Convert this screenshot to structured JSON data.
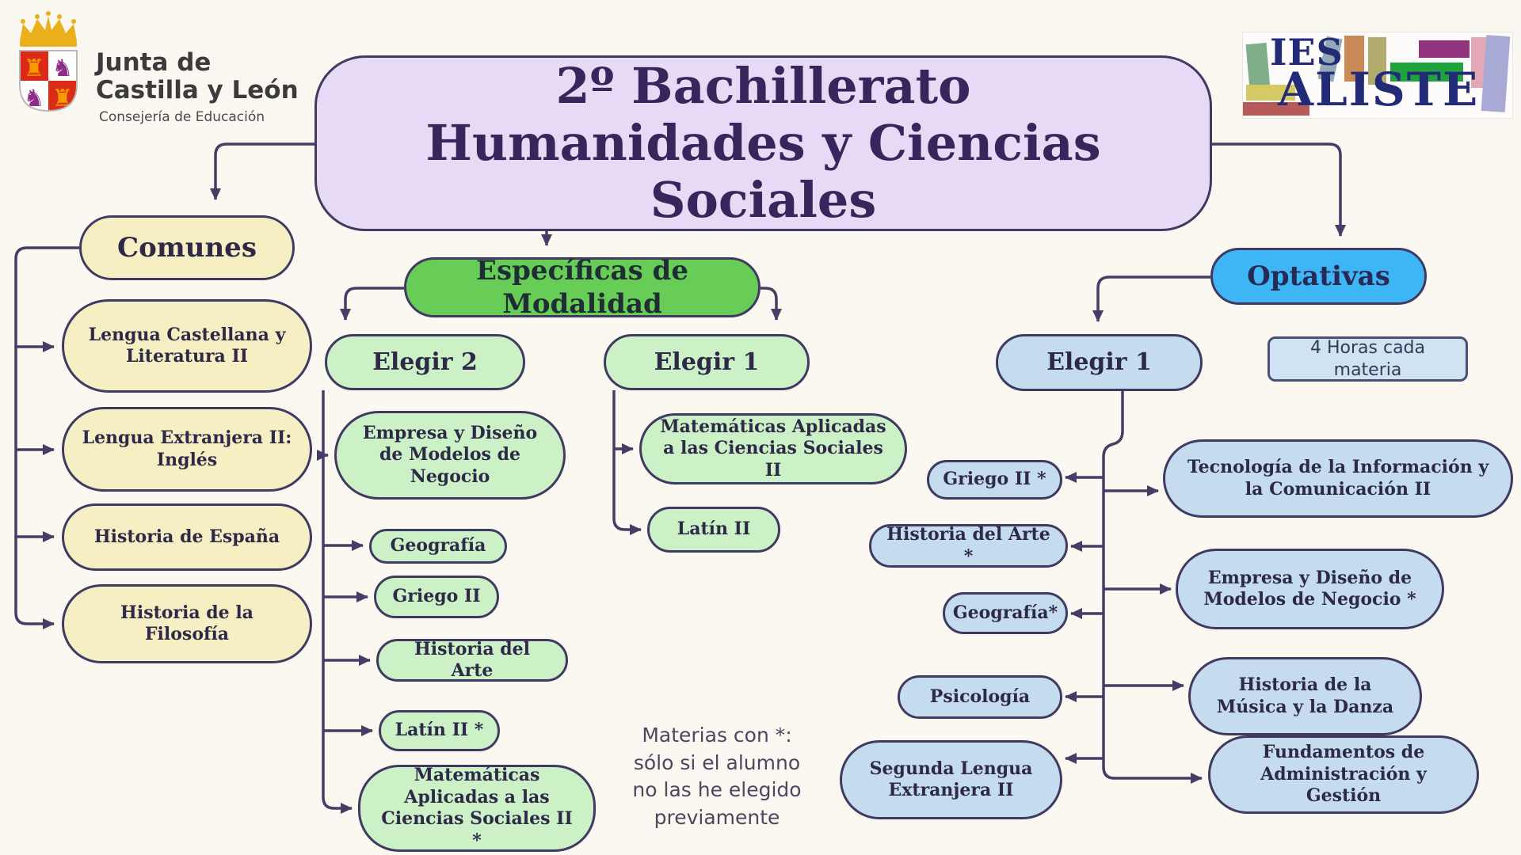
{
  "header": {
    "junta": {
      "name_line1": "Junta de",
      "name_line2": "Castilla y León",
      "subtitle": "Consejería de Educación"
    },
    "title_lines": [
      "2º Bachillerato",
      "Humanidades y Ciencias",
      "Sociales"
    ],
    "ies": {
      "top": "IES",
      "bottom": "ALISTE"
    }
  },
  "groups": {
    "comunes": {
      "label": "Comunes",
      "items": [
        "Lengua Castellana y Literatura II",
        "Lengua Extranjera II: Inglés",
        "Historia de España",
        "Historia de la Filosofía"
      ]
    },
    "especificas": {
      "label": "Específicas de Modalidad",
      "elegir2": {
        "label": "Elegir 2",
        "items": [
          "Empresa y Diseño de Modelos de Negocio",
          "Geografía",
          "Griego II",
          "Historia del Arte",
          "Latín II *",
          "Matemáticas Aplicadas a las Ciencias Sociales II *"
        ]
      },
      "elegir1": {
        "label": "Elegir 1",
        "items": [
          "Matemáticas Aplicadas a las Ciencias Sociales II",
          "Latín II"
        ]
      }
    },
    "optativas": {
      "label": "Optativas",
      "elegir1_label": "Elegir 1",
      "hours_note": "4 Horas cada materia",
      "left_items": [
        "Griego II *",
        "Historia del Arte *",
        "Geografía*",
        "Psicología",
        "Segunda Lengua Extranjera II"
      ],
      "right_items": [
        "Tecnología de la Información y la Comunicación II",
        "Empresa y Diseño de Modelos de Negocio *",
        "Historia de la Música y la Danza",
        "Fundamentos de Administración y Gestión"
      ]
    }
  },
  "footnote": {
    "lines": [
      "Materias con *:",
      "sólo si el alumno",
      "no las he elegido",
      "previamente"
    ]
  },
  "colors": {
    "canvas_bg": "#fbf8f2",
    "connector": "#473c66",
    "title_bg": "#e7daf7",
    "cream_bg": "#f6efc4",
    "green_bg": "#67cd57",
    "light_green_bg": "#ccf1c7",
    "blue_bg": "#3eb5f5",
    "light_blue_bg": "#c5dcee"
  }
}
